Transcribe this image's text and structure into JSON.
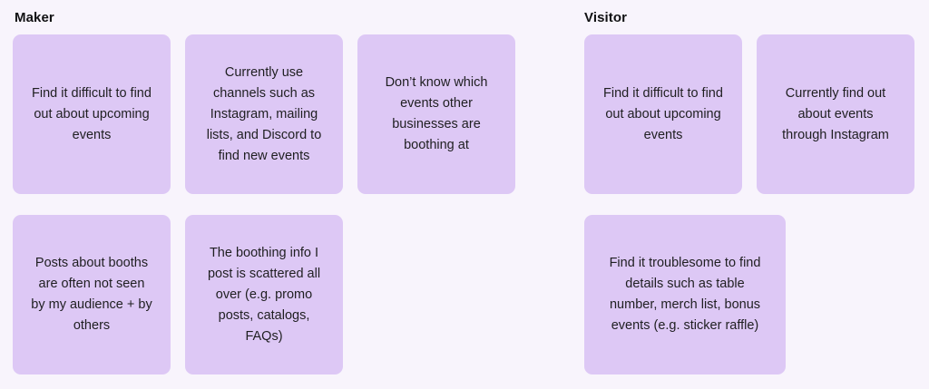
{
  "board": {
    "background_color": "#f8f4fc",
    "note_color": "#ddc8f5",
    "text_color": "#1f1f21",
    "title_color": "#111113"
  },
  "groups": [
    {
      "title": "Maker",
      "notes": [
        {
          "text": "Find it difficult to find out about upcoming events"
        },
        {
          "text": "Currently use channels such as Instagram, mailing lists, and Discord to find new events"
        },
        {
          "text": "Don’t know which events other businesses are boothing at"
        },
        {
          "text": "Posts about booths are often not seen by my audience + by others"
        },
        {
          "text": "The boothing info I post is scattered all over (e.g. promo posts, catalogs, FAQs)"
        }
      ]
    },
    {
      "title": "Visitor",
      "notes": [
        {
          "text": "Find it difficult to find out about upcoming events"
        },
        {
          "text": "Currently find out about events through Instagram"
        },
        {
          "text": "Find it troublesome to find details such as table number, merch list, bonus events (e.g. sticker raffle)"
        }
      ]
    }
  ]
}
